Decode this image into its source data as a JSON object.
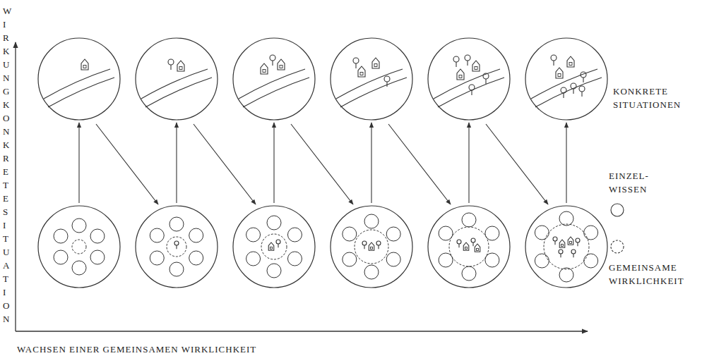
{
  "diagram": {
    "labels": [
      "WIRKUNGKONKRETESITUATION",
      "WACHSEN EINER GEMEINSAMEN WIRKLICHKEIT",
      "KONKRETE SITUATIONEN"
    ],
    "legend": [
      {
        "text": "EINZEL- WISSEN"
      },
      {
        "text": "GEMEINSAME WIRKLICHKEIT"
      }
    ]
  }
}
